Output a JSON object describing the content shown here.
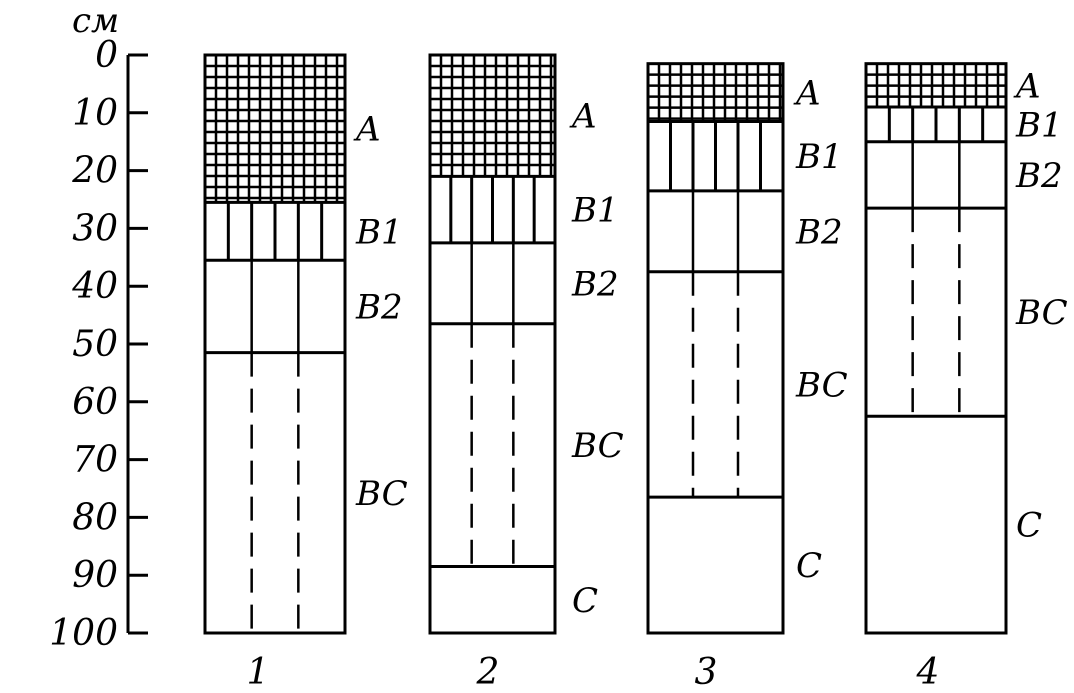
{
  "axis": {
    "unit": "см",
    "ticks": [
      "0",
      "10",
      "20",
      "30",
      "40",
      "50",
      "60",
      "70",
      "80",
      "90",
      "100"
    ],
    "depth_min_cm": 0,
    "depth_max_cm": 100
  },
  "profiles": [
    {
      "label": "1",
      "horizons": [
        {
          "name": "A",
          "top_cm": 0,
          "bottom_cm": 25.5,
          "pattern": "grid"
        },
        {
          "name": "B1",
          "top_cm": 25.5,
          "bottom_cm": 35.5,
          "pattern": "vlines"
        },
        {
          "name": "B2",
          "top_cm": 35.5,
          "bottom_cm": 51.5,
          "pattern": "solid-split"
        },
        {
          "name": "BC",
          "top_cm": 51.5,
          "bottom_cm": 100,
          "pattern": "dashed-split"
        }
      ]
    },
    {
      "label": "2",
      "horizons": [
        {
          "name": "A",
          "top_cm": 0,
          "bottom_cm": 21,
          "pattern": "grid"
        },
        {
          "name": "B1",
          "top_cm": 21,
          "bottom_cm": 32.5,
          "pattern": "vlines"
        },
        {
          "name": "B2",
          "top_cm": 32.5,
          "bottom_cm": 46.5,
          "pattern": "solid-split"
        },
        {
          "name": "BC",
          "top_cm": 46.5,
          "bottom_cm": 88.5,
          "pattern": "dashed-split"
        },
        {
          "name": "C",
          "top_cm": 88.5,
          "bottom_cm": 100,
          "pattern": "empty"
        }
      ]
    },
    {
      "label": "3",
      "horizons": [
        {
          "name": "A",
          "top_cm": 1.5,
          "bottom_cm": 11.5,
          "pattern": "grid"
        },
        {
          "name": "B1",
          "top_cm": 11.5,
          "bottom_cm": 23.5,
          "pattern": "vlines"
        },
        {
          "name": "B2",
          "top_cm": 23.5,
          "bottom_cm": 37.5,
          "pattern": "solid-split"
        },
        {
          "name": "BC",
          "top_cm": 37.5,
          "bottom_cm": 76.5,
          "pattern": "dashed-split"
        },
        {
          "name": "C",
          "top_cm": 76.5,
          "bottom_cm": 100,
          "pattern": "empty"
        }
      ]
    },
    {
      "label": "4",
      "horizons": [
        {
          "name": "A",
          "top_cm": 1.5,
          "bottom_cm": 9,
          "pattern": "grid"
        },
        {
          "name": "B1",
          "top_cm": 9,
          "bottom_cm": 15,
          "pattern": "vlines"
        },
        {
          "name": "B2",
          "top_cm": 15,
          "bottom_cm": 26.5,
          "pattern": "solid-split"
        },
        {
          "name": "BC",
          "top_cm": 26.5,
          "bottom_cm": 62.5,
          "pattern": "dashed-split"
        },
        {
          "name": "C",
          "top_cm": 62.5,
          "bottom_cm": 100,
          "pattern": "empty"
        }
      ]
    }
  ]
}
